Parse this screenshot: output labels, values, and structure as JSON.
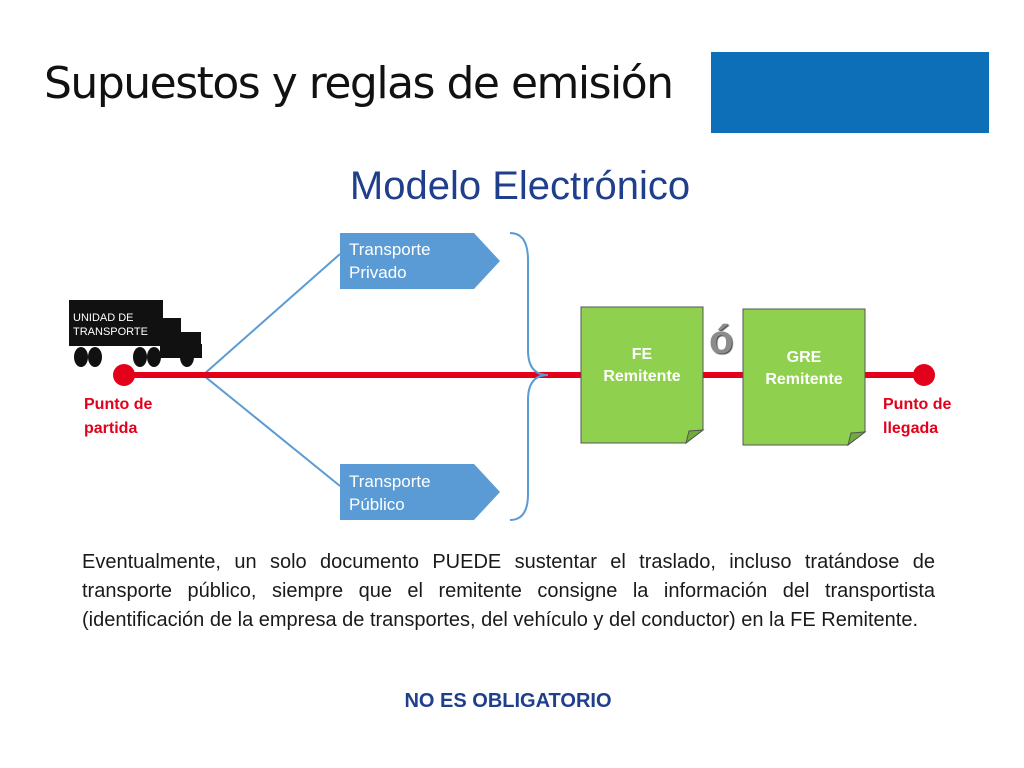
{
  "slide": {
    "title": "Supuestos y reglas de emisión",
    "subtitle": "Modelo Electrónico"
  },
  "diagram": {
    "truck_label": "UNIDAD DE TRANSPORTE",
    "start_label": [
      "Punto de",
      "partida"
    ],
    "end_label": [
      "Punto de",
      "llegada"
    ],
    "route_top_label": [
      "Transporte",
      "Privado"
    ],
    "route_bottom_label": [
      "Transporte",
      "Público"
    ],
    "documents": [
      {
        "label": [
          "FE",
          "Remitente"
        ]
      },
      {
        "label": [
          "GRE",
          "Remitente"
        ]
      }
    ],
    "separator": "ó"
  },
  "body_text": "Eventualmente, un solo documento PUEDE sustentar el traslado, incluso tratándose de transporte público, siempre que el remitente consigne la información del transportista (identificación de la empresa de transportes, del vehículo y del conductor) en la FE Remitente.",
  "bottom_note": "NO ES OBLIGATORIO",
  "colors": {
    "header_blue": "#0d6fb8",
    "title_blue": "#1f3e8c",
    "route_red": "#e3001b",
    "arrow_blue": "#5b9bd5",
    "document_green": "#8fd14f"
  }
}
